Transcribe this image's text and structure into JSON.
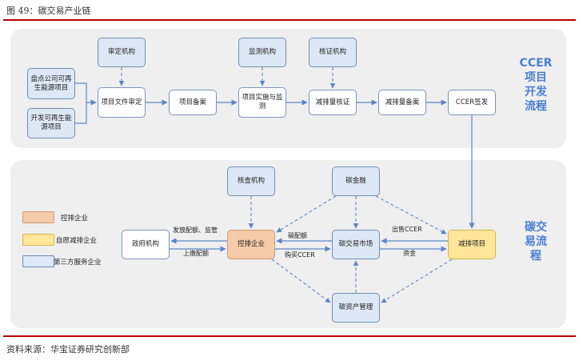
{
  "header": {
    "title": "图 49：碳交易产业链"
  },
  "source": "资料来源：华宝证券研究创新部",
  "top_panel": {
    "side_label": [
      "CCER",
      "项目",
      "开发",
      "流程"
    ],
    "boxes": {
      "inventory": "盘点公司可再生能源项目",
      "develop": "开发可再生能源项目",
      "doc_review": "项目文件审定",
      "review_org": "审定机构",
      "registration": "项目备案",
      "implementation": "项目实施与监测",
      "monitor_org": "监测机构",
      "verification": "减排量核证",
      "verify_org": "核证机构",
      "reduction_filing": "减排量备案",
      "issuance": "CCER签发"
    }
  },
  "bottom_panel": {
    "side_label": [
      "碳交",
      "易流",
      "程"
    ],
    "legend": [
      {
        "label": "控排企业",
        "color": "#f5cbaa"
      },
      {
        "label": "自愿减排企业",
        "color": "#ffe699"
      },
      {
        "label": "第三方服务企业",
        "color": "#dce8f5"
      }
    ],
    "boxes": {
      "inspection_org": "核查机构",
      "carbon_finance": "碳金融",
      "government": "政府机构",
      "controlled_enterprise": "控排企业",
      "exchange": "碳交易市场",
      "reduction_project": "减排项目",
      "asset_mgmt": "碳资产管理"
    },
    "edge_labels": {
      "allocate": "发放配额、监管",
      "submit": "上缴配额",
      "quota": "碳配额",
      "buy_ccer": "购买CCER",
      "sell_ccer": "出售CCER",
      "funds": "资金"
    }
  }
}
